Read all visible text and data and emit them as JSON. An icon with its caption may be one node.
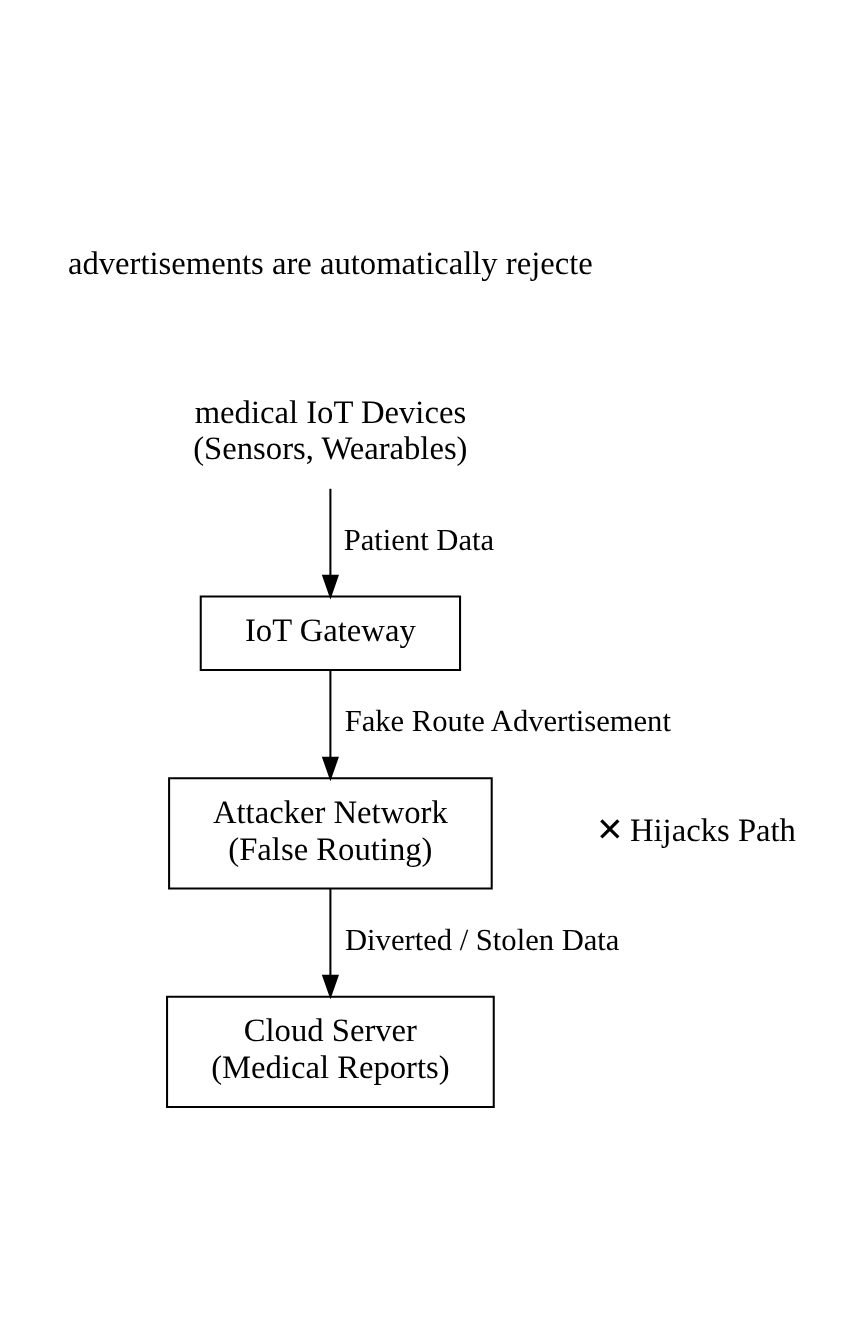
{
  "diagram": {
    "nodes": [
      {
        "text": [
          "medical IoT Devices",
          "(Sensors, Wearables)"
        ]
      },
      {
        "text": [
          "IoT Gateway"
        ]
      },
      {
        "text": [
          "Attacker Network",
          "(False Routing)"
        ],
        "beside": [
          "✕ Hijacks Path"
        ]
      },
      {
        "text": [
          "Cloud Server",
          "(Medical Reports)"
        ]
      }
    ],
    "edges": [
      {
        "from": 0,
        "to": 1,
        "arrow": "to",
        "label": "Patient Data"
      },
      {
        "from": 1,
        "to": 2,
        "arrow": "to",
        "label": "Fake Route Advertisement"
      },
      {
        "from": 2,
        "to": 3,
        "arrow": "to",
        "label": "Diverted / Stolen Data"
      }
    ],
    "labels": [
      "advertisements are automatically rejecte"
    ]
  }
}
